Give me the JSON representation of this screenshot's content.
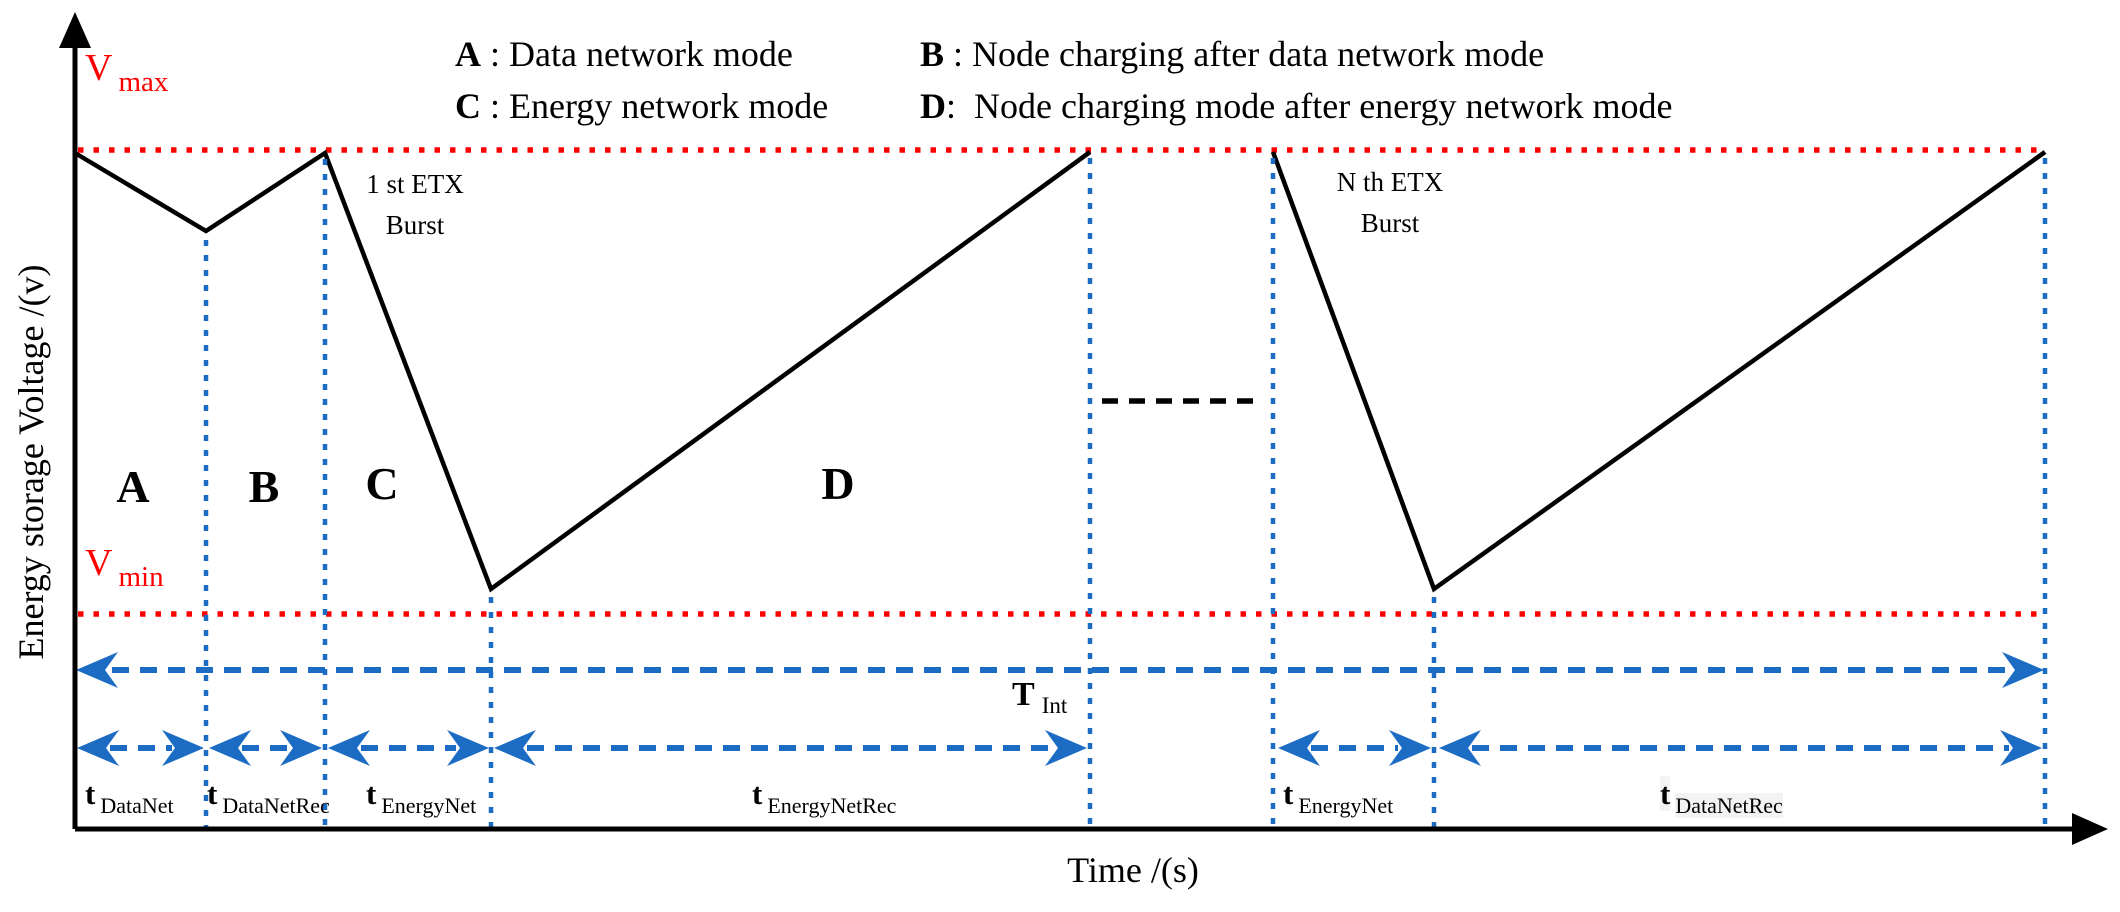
{
  "title_legend": {
    "a_key": "A",
    "a_text": " : Data network mode",
    "b_key": "B",
    "b_text": " : Node charging after data network mode",
    "c_key": "C",
    "c_text": " : Energy network mode",
    "d_key": "D",
    "d_text": ":  Node charging mode after energy network mode"
  },
  "axis": {
    "y": "Energy storage Voltage /(v)",
    "x": "Time /(s)"
  },
  "thresholds": {
    "vmax": {
      "main": "V",
      "sub": "max"
    },
    "vmin": {
      "main": "V",
      "sub": "min"
    }
  },
  "regions": {
    "a": "A",
    "b": "B",
    "c": "C",
    "d": "D"
  },
  "bursts": {
    "first": {
      "line1": "1 st ETX",
      "line2": "Burst"
    },
    "nth": {
      "line1": "N th ETX",
      "line2": "Burst"
    }
  },
  "intervals": {
    "t_int": {
      "main": "T",
      "sub": "Int"
    },
    "t_datanet": {
      "main": "t",
      "sub": "DataNet"
    },
    "t_datanetrec": {
      "main": "t",
      "sub": "DataNetRec"
    },
    "t_energynet": {
      "main": "t",
      "sub": "EnergyNet"
    },
    "t_energynetrec": {
      "main": "t",
      "sub": "EnergyNetRec"
    },
    "t_energynet_2": {
      "main": "t",
      "sub": "EnergyNet"
    },
    "t_datanetrec_2": {
      "main": "t",
      "sub": "DataNetRec"
    }
  },
  "colors": {
    "threshold_red": "#fe0000",
    "timing_blue": "#1b6cc2",
    "line_black": "#000000"
  },
  "waveform": {
    "type": "schematic voltage timeline, no numeric scale",
    "upper_threshold": "V max (red dotted line)",
    "lower_threshold": "V min (red dotted line)",
    "cycle_1": [
      {
        "mode": "A",
        "shape": "shallow discharge from V max (data network mode)"
      },
      {
        "mode": "B",
        "shape": "recharge back up to V max (node charging after data network mode)"
      },
      {
        "mode": "C",
        "shape": "steep discharge from V max down to V min (energy network mode, 1 st ETX Burst)"
      },
      {
        "mode": "D",
        "shape": "long linear recharge from V min back to V max (node charging after energy network mode)"
      }
    ],
    "break": "black dashed ellipsis between 1st and Nth cycle",
    "cycle_n": [
      {
        "mode": "C",
        "shape": "steep discharge from V max to V min (N th ETX Burst)"
      },
      {
        "mode": "D",
        "shape": "long linear recharge from V min back to V max"
      }
    ],
    "timing_rows": [
      "T Int spans the whole period (full-width blue dashed double arrow)",
      "segment arrows: t DataNet, t DataNetRec, t EnergyNet, t EnergyNetRec, (gap), t EnergyNet, t DataNetRec"
    ]
  }
}
